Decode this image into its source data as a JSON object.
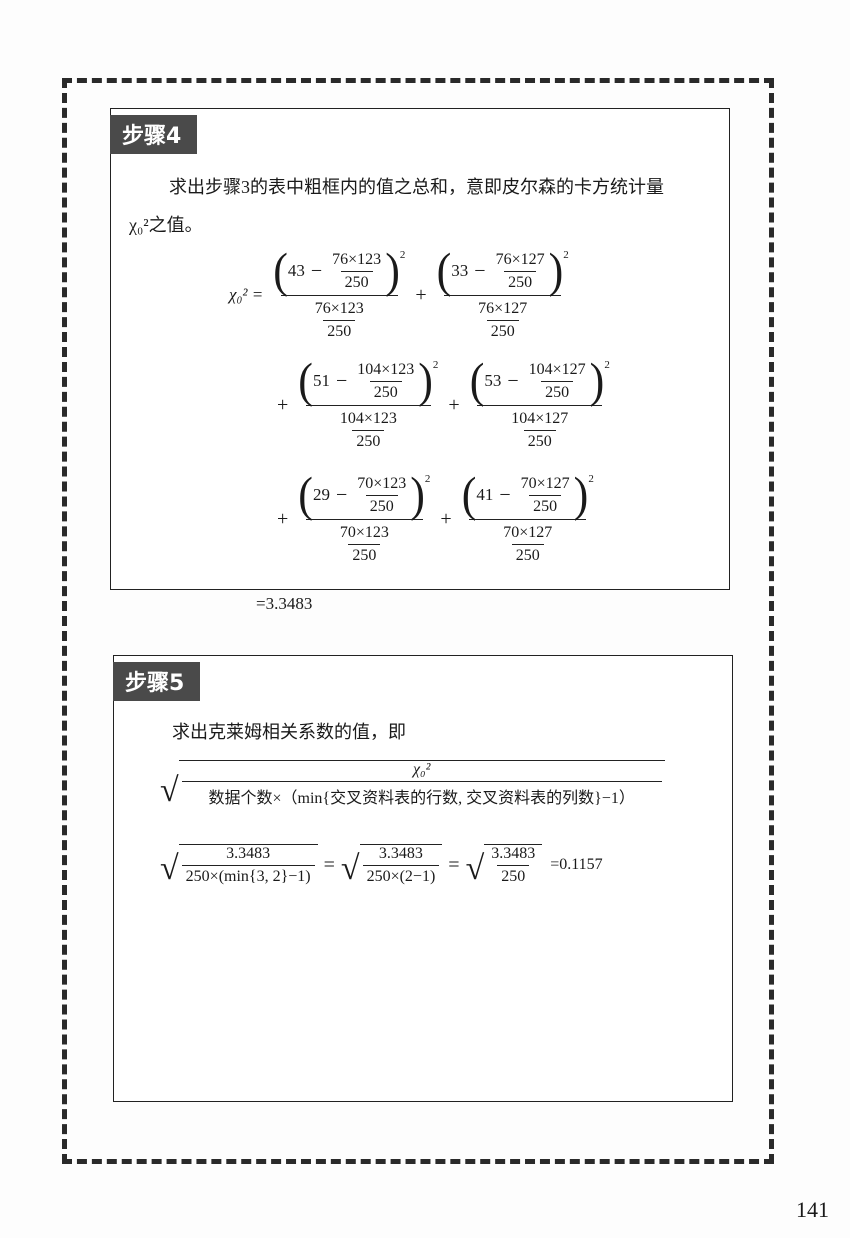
{
  "step4": {
    "label": "步骤4",
    "text_line1": "求出步骤3的表中粗框内的值之总和，意即皮尔森的卡方统计量",
    "text_line2": "χ₀²之值。",
    "lhs": "χ₀² =",
    "plus": "+",
    "minus": "−",
    "terms": [
      {
        "obs": "43",
        "prod": "76×123",
        "n": "250"
      },
      {
        "obs": "33",
        "prod": "76×127",
        "n": "250"
      },
      {
        "obs": "51",
        "prod": "104×123",
        "n": "250"
      },
      {
        "obs": "53",
        "prod": "104×127",
        "n": "250"
      },
      {
        "obs": "29",
        "prod": "70×123",
        "n": "250"
      },
      {
        "obs": "41",
        "prod": "70×127",
        "n": "250"
      }
    ],
    "result": "=3.3483"
  },
  "step5": {
    "label": "步骤5",
    "text": "求出克莱姆相关系数的值，即",
    "formula_num": "χ₀²",
    "formula_den": "数据个数×（min{交叉资料表的行数, 交叉资料表的列数}−1）",
    "calc": {
      "num": "3.3483",
      "den1": "250×(min{3, 2}−1)",
      "den2": "250×(2−1)",
      "den3": "250",
      "eq": "=",
      "result": "=0.1157"
    }
  },
  "page_number": "141"
}
